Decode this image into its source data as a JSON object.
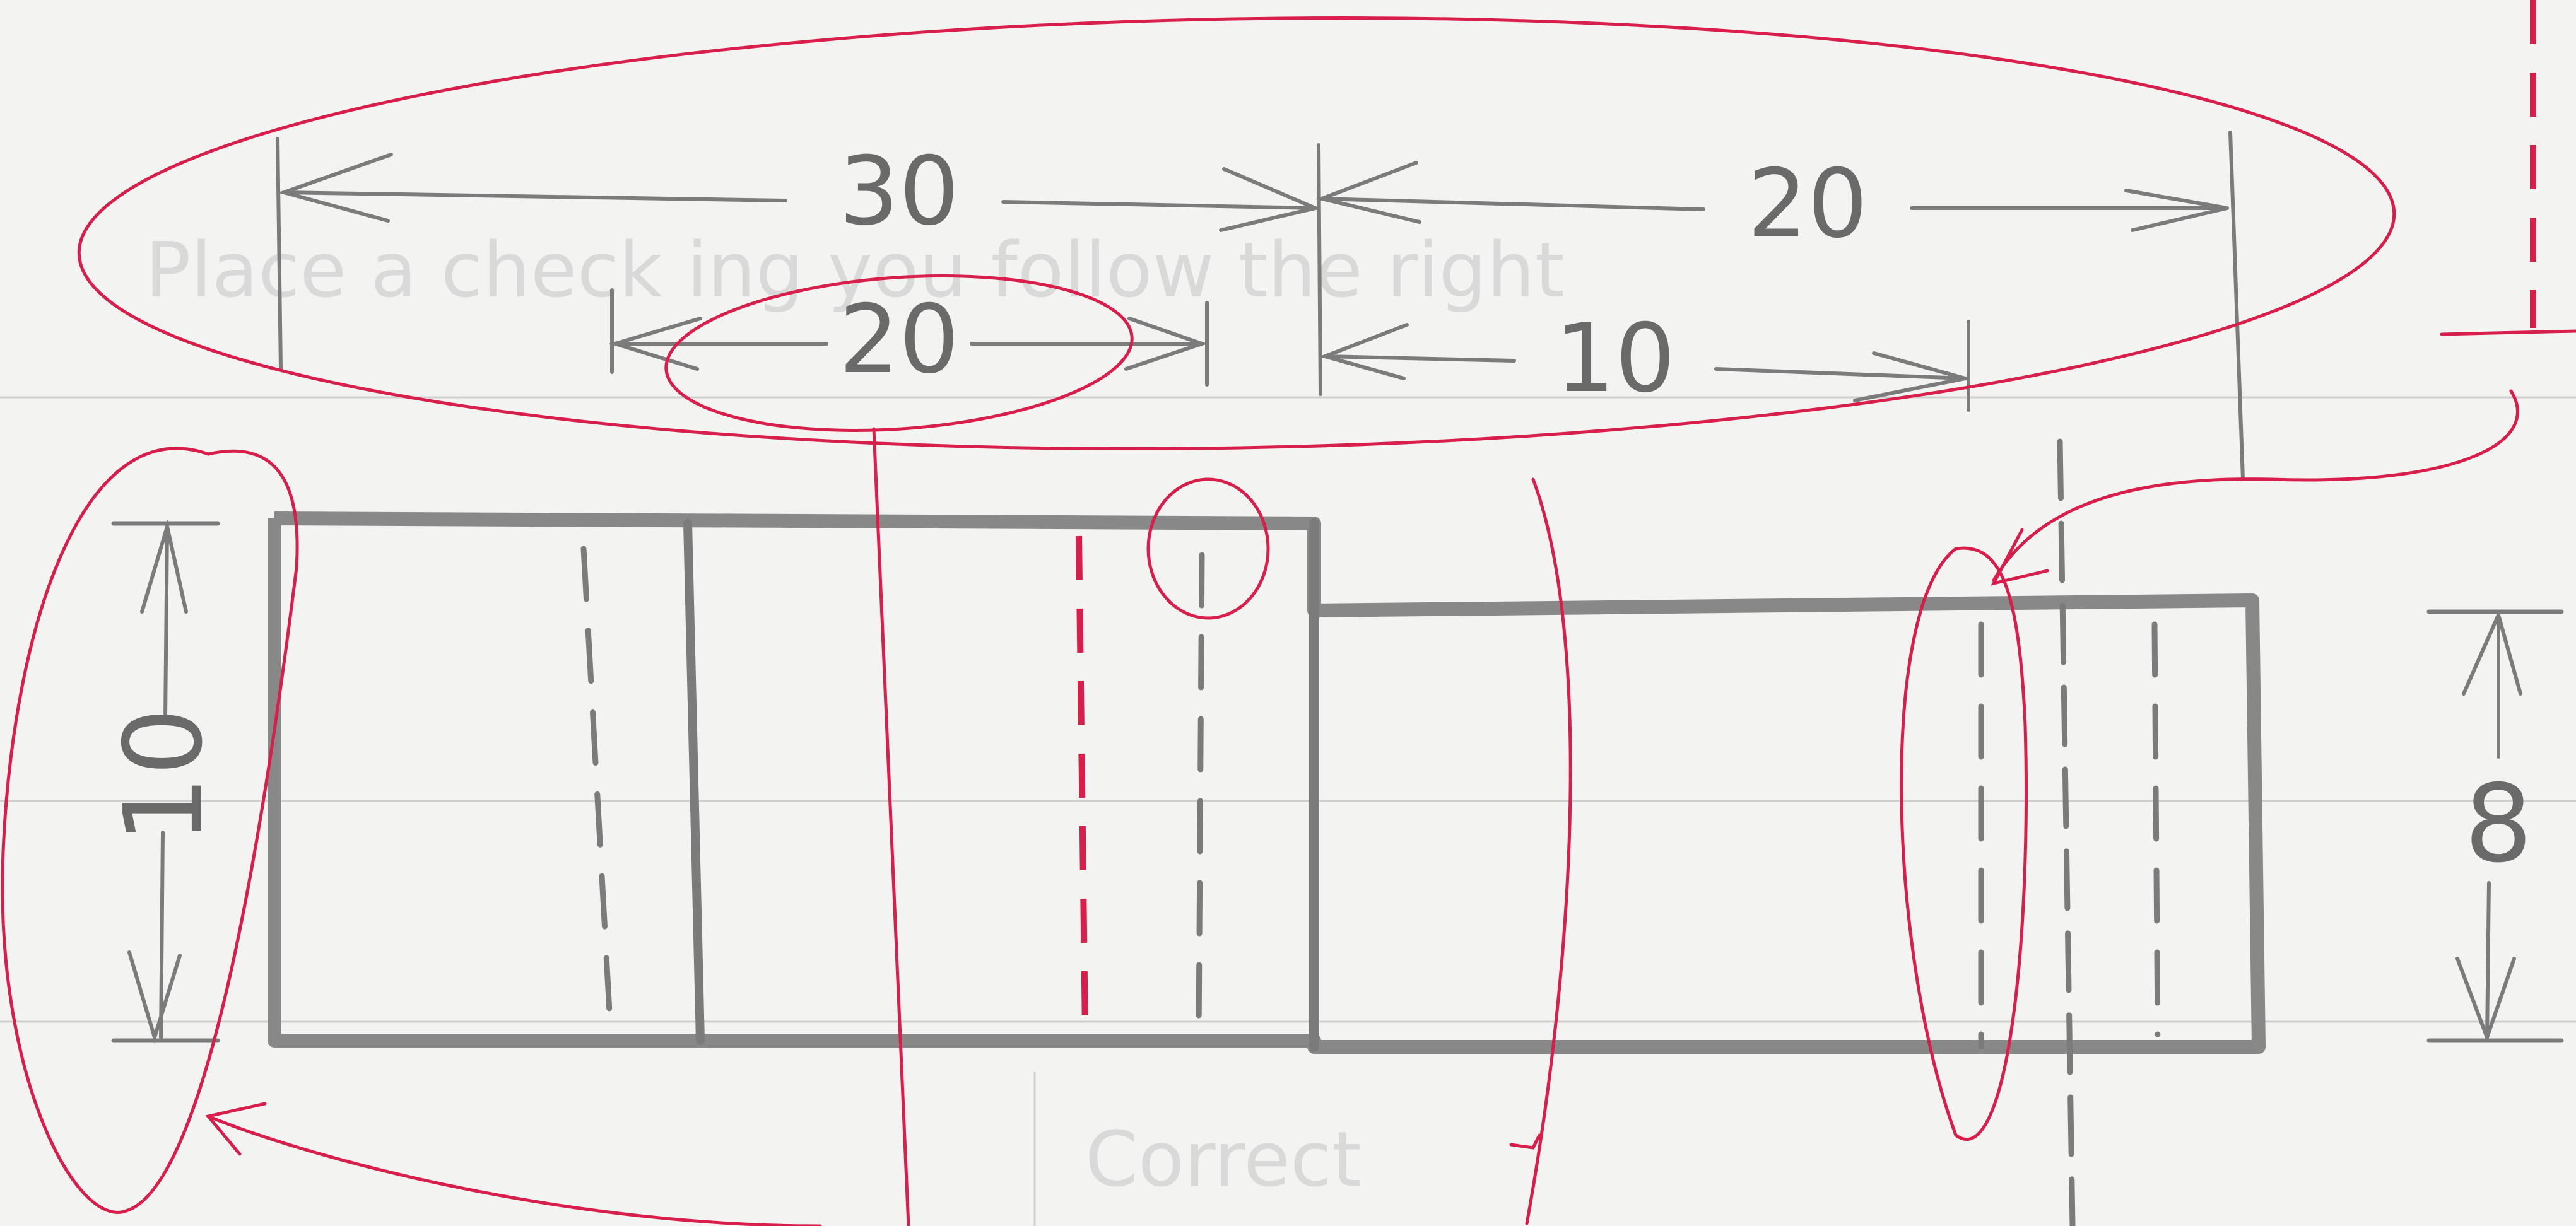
{
  "drawing": {
    "dim_overall_left": "30",
    "dim_overall_right": "20",
    "dim_inner_left": "20",
    "dim_inner_right": "10",
    "dim_height_left": "10",
    "dim_height_right": "8"
  },
  "background": {
    "show_through_lines": [
      "Place a check      ing you follow the right",
      "Correct"
    ]
  },
  "colors": {
    "pencil": "#7b7b7b",
    "part_outline": "#888888",
    "correction_red": "#d81e4b",
    "paper": "#f3f3f1"
  }
}
